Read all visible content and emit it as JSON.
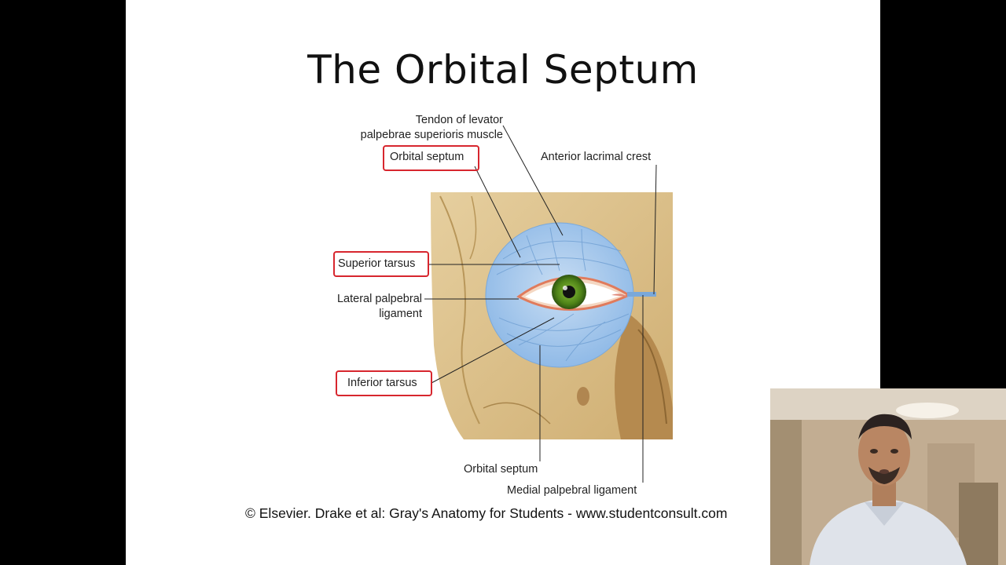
{
  "slide": {
    "title": "The Orbital Septum",
    "labels": {
      "tendon_levator": [
        "Tendon of levator",
        "palpebrae superioris muscle"
      ],
      "orbital_septum_top": "Orbital septum",
      "anterior_lacrimal_crest": "Anterior lacrimal crest",
      "superior_tarsus": "Superior tarsus",
      "lateral_palpebral_ligament": [
        "Lateral palpebral",
        "ligament"
      ],
      "inferior_tarsus": "Inferior tarsus",
      "orbital_septum_bottom": "Orbital septum",
      "medial_palpebral_ligament": "Medial palpebral ligament"
    },
    "credit": "© Elsevier. Drake et al: Gray's Anatomy for Students - www.studentconsult.com"
  },
  "colors": {
    "highlight_box": "#d7262e",
    "septum_blue": "#9cc3ea",
    "bone": "#dcc28f",
    "iris": "#5e8f1c"
  },
  "webcam": {
    "description_icon": "presenter-webcam"
  }
}
